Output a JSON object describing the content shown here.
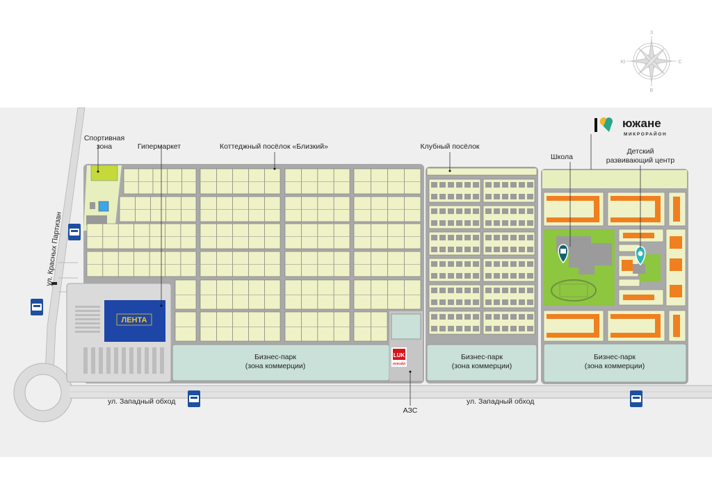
{
  "compass": {
    "north": "З",
    "west": "Ю",
    "east": "С",
    "south": "В"
  },
  "brand": {
    "name": "южане",
    "subtitle": "МИКРОРАЙОН",
    "colors": [
      "#f3b727",
      "#2aa58a",
      "#1c7d6c"
    ]
  },
  "labels": {
    "sport_zone_1": "Спортивная",
    "sport_zone_2": "зона",
    "hypermarket": "Гипермаркет",
    "cottage": "Коттеджный посёлок «Близкий»",
    "club": "Клубный посёлок",
    "school": "Школа",
    "kids_center_1": "Детский",
    "kids_center_2": "развивающий центр",
    "gas_station": "АЗС",
    "business_park_1": "Бизнес-парк",
    "business_park_2": "(зона коммерции)",
    "street_west_1": "ул. Западный обход",
    "street_west_2": "ул. Западный обход",
    "street_partizan": "ул. Красных Партизан"
  },
  "brands_on_map": {
    "lenta": "ЛЕНТА",
    "lukoil_logo": "LUK",
    "lukoil": "ЛУКОЙЛ"
  },
  "icons": [
    "compass-rose-icon",
    "bus-stop-icon",
    "school-pin-icon",
    "kindergarten-pin-icon"
  ],
  "colors": {
    "lot": "#eef2c6",
    "road": "#a7a7a7",
    "business": "#c9e1d8",
    "green": "#8dc63f",
    "building": "#f07f1f",
    "lenta": "#1e46a6",
    "bus": "#1e4fa0"
  }
}
